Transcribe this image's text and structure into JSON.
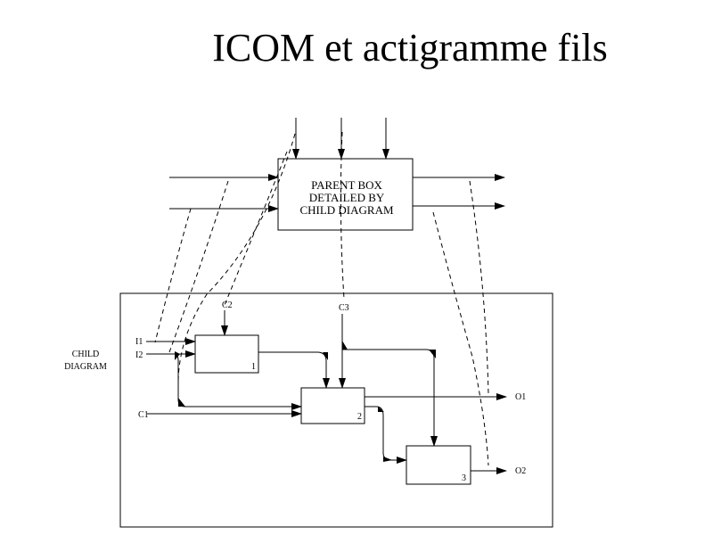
{
  "slide": {
    "title": "ICOM et actigramme fils"
  },
  "parent_box": {
    "lines": [
      "PARENT BOX",
      "DETAILED BY",
      "CHILD DIAGRAM"
    ]
  },
  "child_diagram": {
    "label_lines": [
      "CHILD",
      "DIAGRAM"
    ],
    "inputs": [
      "I1",
      "I2"
    ],
    "controls": [
      "C1",
      "C2",
      "C3"
    ],
    "outputs": [
      "O1",
      "O2"
    ],
    "box_numbers": [
      "1",
      "2",
      "3"
    ]
  },
  "colors": {
    "stroke": "#000000",
    "background": "#ffffff"
  }
}
